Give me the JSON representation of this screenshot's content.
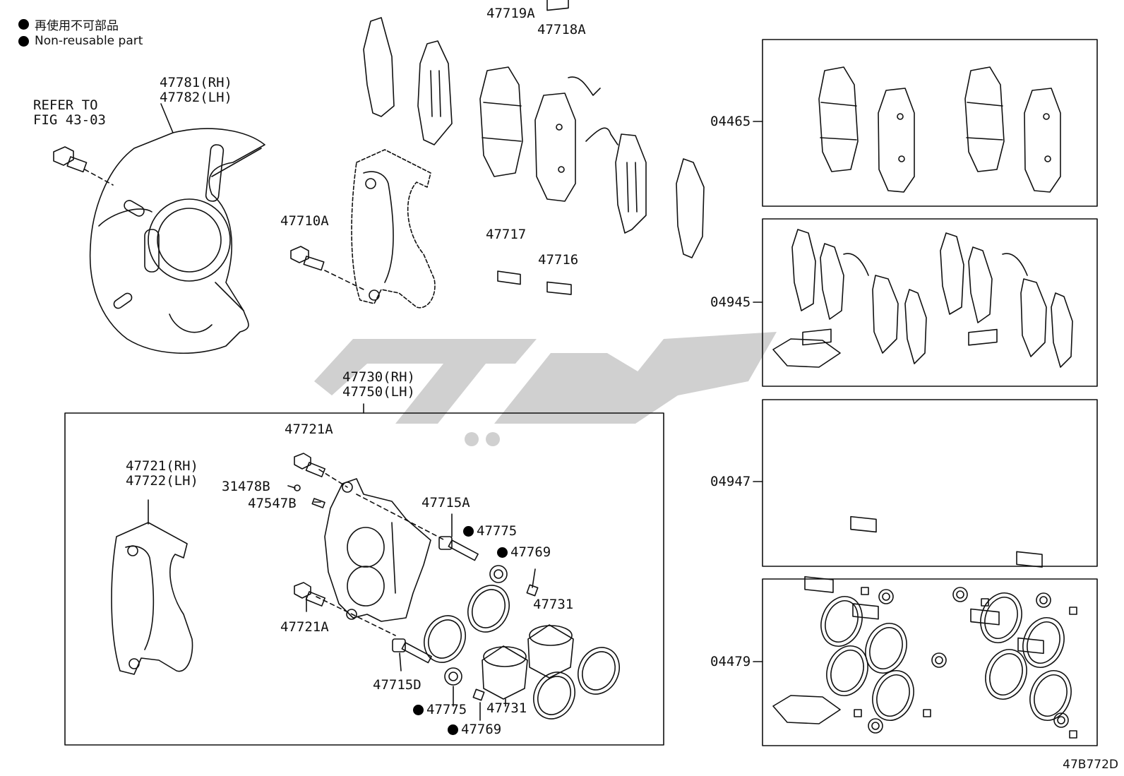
{
  "legend": {
    "ja": "再使用不可部品",
    "en": "Non-reusable part"
  },
  "labels": {
    "refer_line1": "REFER TO",
    "refer_line2": "FIG 43-03",
    "shield_rh": "47781(RH)",
    "shield_lh": "47782(LH)",
    "p47710a": "47710A",
    "p47719a": "47719A",
    "p47718a": "47718A",
    "p47717": "47717",
    "p47716": "47716",
    "caliper_rh": "47730(RH)",
    "caliper_lh": "47750(LH)",
    "p47721a_top": "47721A",
    "mount_rh": "47721(RH)",
    "mount_lh": "47722(LH)",
    "p31478b": "31478B",
    "p47547b": "47547B",
    "p47715a": "47715A",
    "p47775_top": "47775",
    "p47769_top": "47769",
    "p47731_top": "47731",
    "p47721a_bottom": "47721A",
    "p47715d": "47715D",
    "p47775_bottom": "47775",
    "p47731_bottom": "47731",
    "p47769_bottom": "47769"
  },
  "kits": [
    "04465",
    "04945",
    "04947",
    "04479"
  ],
  "figure_code": "47B772D"
}
